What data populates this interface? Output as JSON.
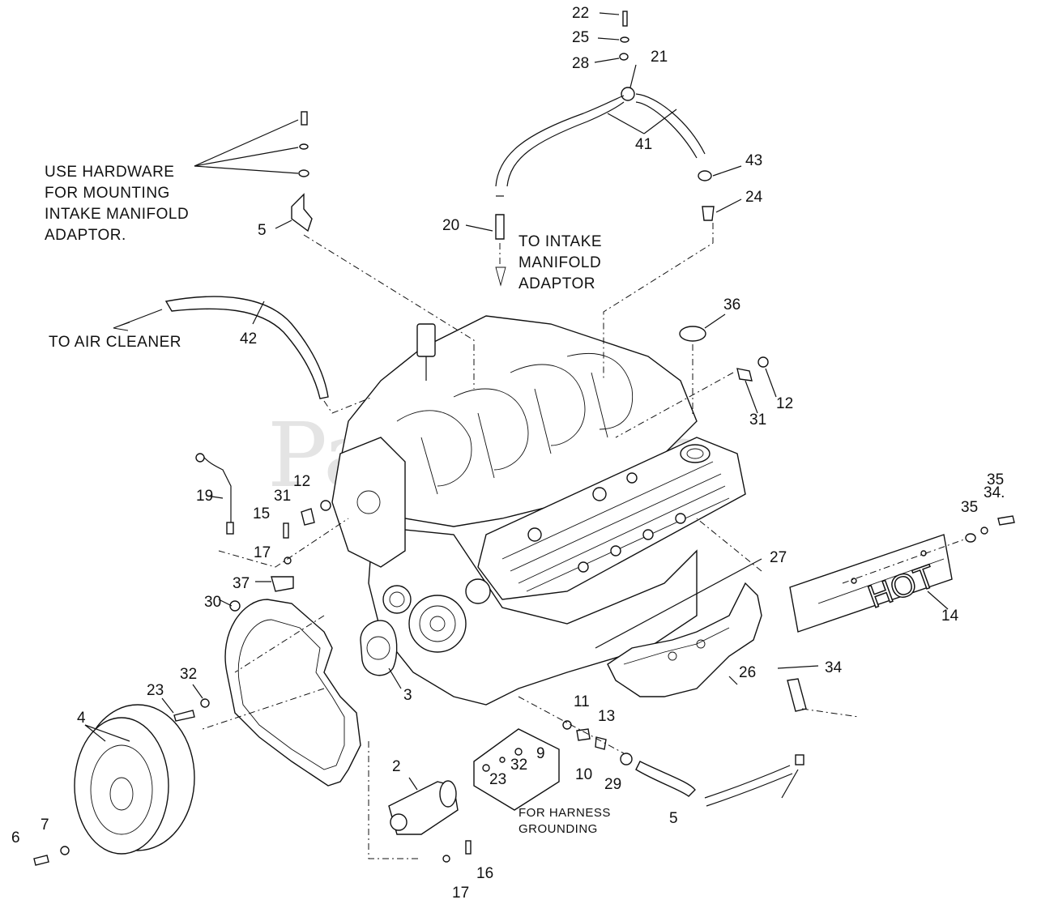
{
  "watermark": "PartsTree",
  "notes": {
    "hardware": [
      "USE HARDWARE",
      "FOR MOUNTING",
      "INTAKE MANIFOLD",
      "ADAPTOR."
    ],
    "intake": [
      "TO INTAKE",
      "MANIFOLD",
      "ADAPTOR"
    ],
    "air_cleaner": "TO AIR CLEANER",
    "harness": [
      "FOR HARNESS",
      "GROUNDING"
    ],
    "hot_label": "HOT"
  },
  "callouts": {
    "c22": "22",
    "c25": "25",
    "c28": "28",
    "c21": "21",
    "c41": "41",
    "c43": "43",
    "c24": "24",
    "c20": "20",
    "c5a": "5",
    "c42": "42",
    "c36": "36",
    "c12a": "12",
    "c31a": "31",
    "c19": "19",
    "c31b": "31",
    "c12b": "12",
    "c15": "15",
    "c17a": "17",
    "c37": "37",
    "c30": "30",
    "c27": "27",
    "c35a": "35",
    "c34a": "34.",
    "c35b": "35",
    "c14": "14",
    "c3": "3",
    "c23a": "23",
    "c32a": "32",
    "c26": "26",
    "c34b": "34",
    "c4": "4",
    "c11": "11",
    "c13": "13",
    "c9": "9",
    "c32b": "32",
    "c23b": "23",
    "c10": "10",
    "c29": "29",
    "c2": "2",
    "c5b": "5",
    "c6": "6",
    "c7": "7",
    "c16": "16",
    "c17b": "17"
  }
}
